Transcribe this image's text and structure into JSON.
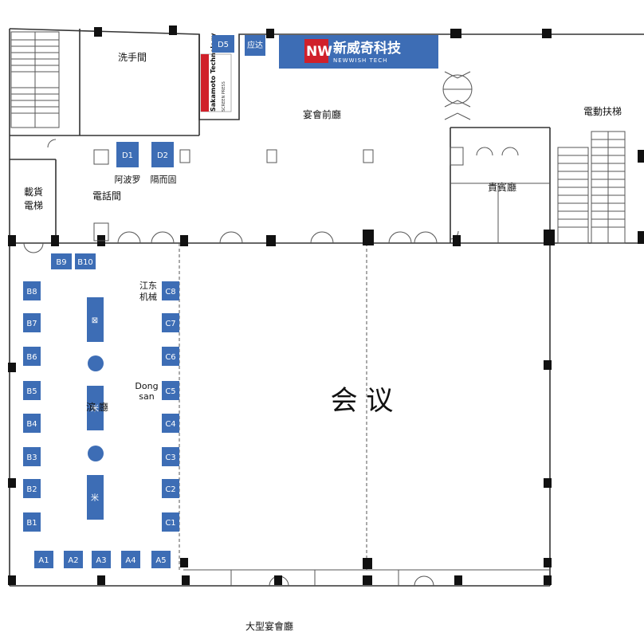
{
  "rooms": {
    "restroom": "洗手間",
    "prefunction": "宴會前廳",
    "escalator": "電動扶梯",
    "freight_elevator_line1": "載貨",
    "freight_elevator_line2": "電梯",
    "phone_room": "電話間",
    "vip_room": "貴賓廳",
    "hall_partial": "滨  廳",
    "meeting": "会 议",
    "grand_ballroom": "大型宴會廳"
  },
  "sponsors": {
    "brand_mark": "NW",
    "brand_name": "新威奇科技",
    "brand_sub": "NEWWISH TECH",
    "sakamoto": "Sakamoto Technology",
    "sakamoto_sub": "SCREEN PRESS",
    "yingda": "应达",
    "d1_name": "阿波罗",
    "d2_name": "隔而固",
    "c8_name_line1": "江东",
    "c8_name_line2": "机械",
    "c5_name_line1": "Dong",
    "c5_name_line2": "san"
  },
  "booths": {
    "d5": "D5",
    "d1": "D1",
    "d2": "D2",
    "b9": "B9",
    "b10": "B10",
    "b8": "B8",
    "b7": "B7",
    "b6": "B6",
    "b5": "B5",
    "b4": "B4",
    "b3": "B3",
    "b2": "B2",
    "b1": "B1",
    "c8": "C8",
    "c7": "C7",
    "c6": "C6",
    "c5": "C5",
    "c4": "C4",
    "c3": "C3",
    "c2": "C2",
    "c1": "C1",
    "a1": "A1",
    "a2": "A2",
    "a3": "A3",
    "a4": "A4",
    "a5": "A5"
  },
  "center_stands": {
    "top": "⊠",
    "middle": "米",
    "bottom": "米"
  },
  "colors": {
    "booth": "#3d6db5",
    "brand_bg": "#3d6db5",
    "brand_logo": "#d0202a",
    "wall": "#333333"
  }
}
